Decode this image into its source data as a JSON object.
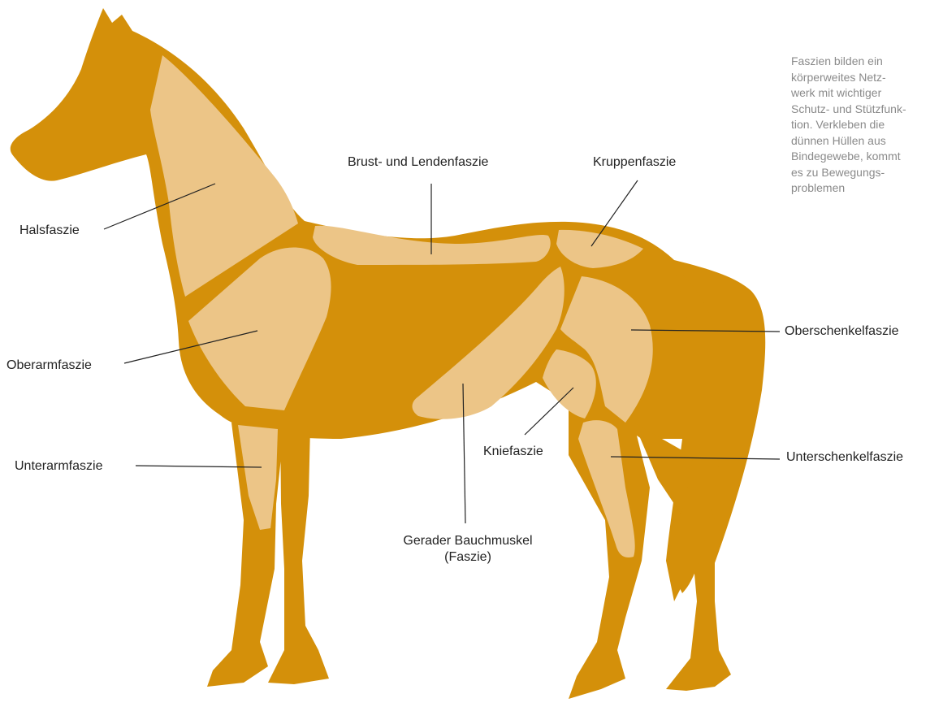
{
  "colors": {
    "body": "#d4900a",
    "fascia": "#ecc587",
    "line": "#222222",
    "note_text": "#8a8a8a"
  },
  "labels": {
    "halsfaszie": "Halsfaszie",
    "oberarmfaszie": "Oberarmfaszie",
    "unterarmfaszie": "Unterarmfaszie",
    "brust_lendenfaszie": "Brust- und Lendenfaszie",
    "kruppenfaszie": "Kruppenfaszie",
    "oberschenkelfaszie": "Oberschenkelfaszie",
    "kniefaszie": "Kniefaszie",
    "unterschenkelfaszie": "Unterschenkelfaszie",
    "bauchmuskel_line1": "Gerader Bauchmuskel",
    "bauchmuskel_line2": "(Faszie)"
  },
  "note": {
    "lines": [
      "Faszien bilden ein",
      "körperweites Netz-",
      "werk mit wichtiger",
      "Schutz- und Stützfunk-",
      "tion. Verkleben die",
      "dünnen Hüllen aus",
      "Bindegewebe, kommt",
      "es zu Bewegungs-",
      "problemen"
    ]
  }
}
